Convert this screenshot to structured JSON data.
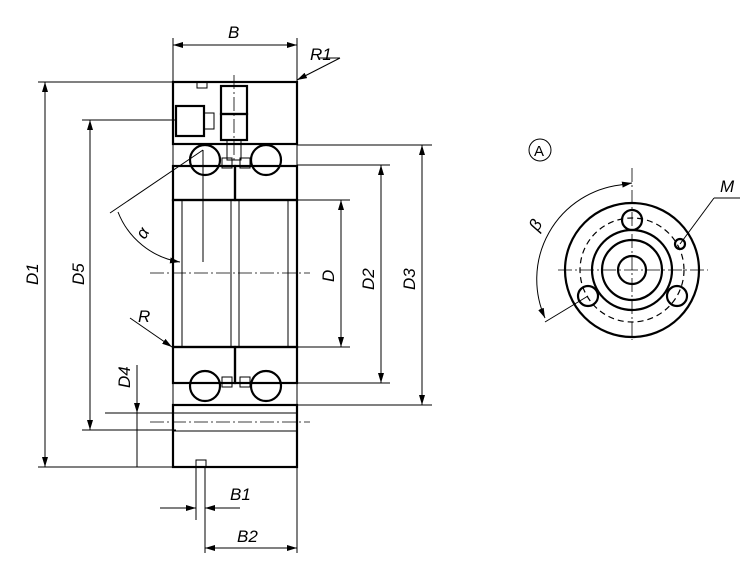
{
  "dimensions": {
    "B": "B",
    "R1": "R1",
    "D1": "D1",
    "D5": "D5",
    "D": "D",
    "D2": "D2",
    "D3": "D3",
    "D4": "D4",
    "alpha": "α",
    "R": "R",
    "B1": "B1",
    "B2": "B2"
  },
  "detail_view": {
    "label": "A",
    "beta": "β",
    "thread": "M"
  }
}
